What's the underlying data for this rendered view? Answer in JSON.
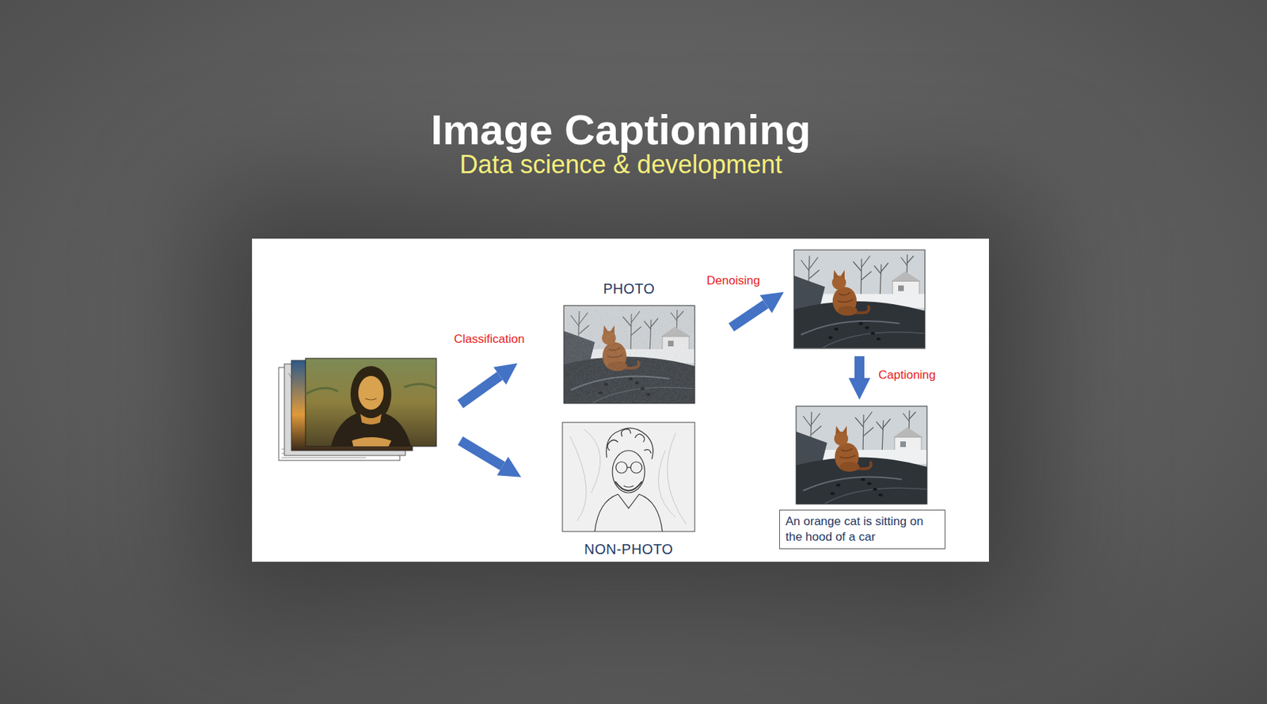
{
  "diagram": {
    "title": "Image Captionning",
    "nodes": [
      {
        "text": [
          "PHOTO"
        ]
      },
      {
        "text": [
          "NON-PHOTO"
        ]
      },
      {
        "text": [
          "An orange cat is sitting on the hood of a car"
        ]
      }
    ],
    "labels": [
      "Data science & development",
      "Classification",
      "Denoising",
      "Captioning"
    ]
  }
}
